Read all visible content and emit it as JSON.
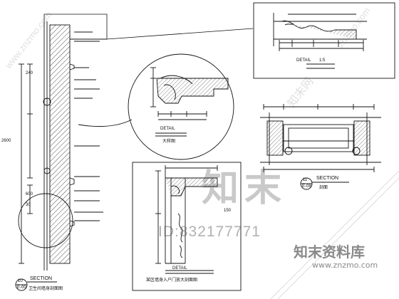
{
  "diagram": {
    "section_label": "SECTION",
    "section_num": "10",
    "section_sheet": "E-00",
    "section_title": "卫生间墙身剖面图",
    "right_section_label": "SECTION",
    "right_section_num": "11",
    "right_section_sheet": "E-08",
    "right_section_note": "剖面",
    "detail_top_label": "DETAIL",
    "detail_top_sub": "1:5",
    "detail_mid_label": "DETAIL",
    "detail_mid_sub": "大样图",
    "detail_low_label": "DETAIL",
    "detail_low_sub": "某区墙身入户门放大剖面图",
    "dim_left": "2600",
    "dim_mid": "240",
    "dim_low": "600",
    "dim_low2": "30",
    "dim_right": "150"
  },
  "watermark": {
    "brand_large": "知末",
    "id_text": "ID:832177771",
    "site_name": "知末资料库",
    "site_url": "www.znzmo.com",
    "diag_text": "www.znzmo.com",
    "diag_text_2": "znzmo.com",
    "seal_text": "知末网"
  }
}
